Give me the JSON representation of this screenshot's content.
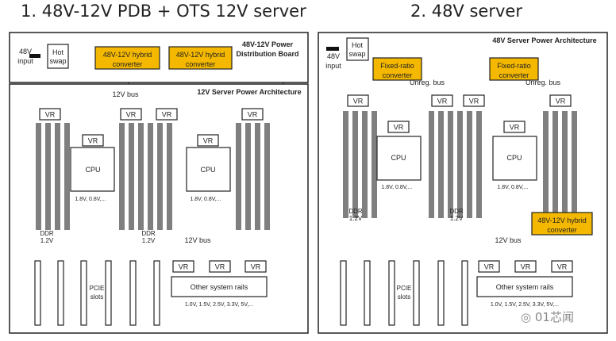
{
  "titles": {
    "left": "1. 48V-12V PDB + OTS 12V server",
    "right": "2. 48V server"
  },
  "left": {
    "input_label_1": "48V",
    "input_label_2": "input",
    "hot_swap_1": "Hot",
    "hot_swap_2": "swap",
    "converter_1": "48V-12V hybrid",
    "converter_2": "converter",
    "pdb_title_1": "48V-12V Power",
    "pdb_title_2": "Distribution Board",
    "server_title": "12V Server Power Architecture",
    "bus_top": "12V bus",
    "bus_bottom": "12V bus",
    "vr": "VR",
    "cpu": "CPU",
    "cpu_rails": "1.8V, 0.8V,...",
    "ddr": "DDR",
    "ddr_v": "1.2V",
    "pcie_1": "PCIE",
    "pcie_2": "slots",
    "other_rails": "Other system rails",
    "other_volts": "1.0V, 1.5V, 2.5V, 3.3V, 5V,..."
  },
  "right": {
    "server_title": "48V Server Power Architecture",
    "hot_swap_1": "Hot",
    "hot_swap_2": "swap",
    "input_label_1": "48V",
    "input_label_2": "input",
    "fixed_1": "Fixed-ratio",
    "fixed_2": "converter",
    "unreg_bus": "Unreg. bus",
    "hybrid_1": "48V-12V hybrid",
    "hybrid_2": "converter",
    "bus_12v": "12V bus",
    "vr": "VR",
    "cpu": "CPU",
    "cpu_rails": "1.8V, 0.8V,...",
    "ddr": "DDR",
    "ddr_v": "1.2V",
    "pcie_1": "PCIE",
    "pcie_2": "slots",
    "other_rails": "Other system rails",
    "other_volts": "1.0V, 1.5V, 2.5V, 3.3V, 5V,..."
  },
  "watermark": "01芯闻",
  "colors": {
    "converter_fill": "#f5b800",
    "line": "#222222",
    "ddr_fill": "#7f7f7f"
  }
}
